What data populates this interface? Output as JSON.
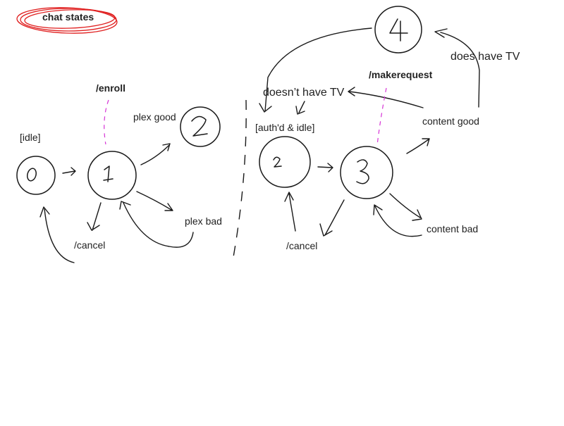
{
  "title": "chat states",
  "labels": {
    "idle": "[idle]",
    "enroll": "/enroll",
    "plex_good": "plex good",
    "plex_bad": "plex bad",
    "cancel_left": "/cancel",
    "authd_idle": "[auth'd & idle]",
    "cancel_right": "/cancel",
    "makerequest": "/makerequest",
    "content_good": "content good",
    "content_bad": "content bad",
    "doesnt_have_tv": "doesn’t have TV",
    "does_have_tv": "does have TV"
  },
  "colors": {
    "ink": "#1a1a1a",
    "title_scribble": "#e02020",
    "command_dash": "#d633d6"
  }
}
